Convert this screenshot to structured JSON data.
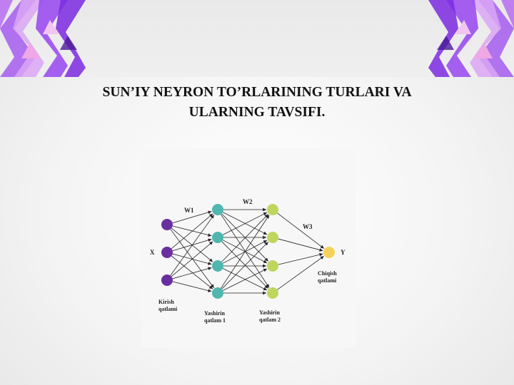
{
  "slide": {
    "title_line1": "SUN’IY NEYRON TO’RLARINING TURLARI VA",
    "title_line2": "ULARNING TAVSIFI."
  },
  "diagram": {
    "weights": {
      "w1": "W1",
      "w2": "W2",
      "w3": "W3"
    },
    "input_label": "X",
    "output_label": "Y",
    "layers": {
      "input": {
        "line1": "Kirish",
        "line2": "qatlami",
        "nodes": 3,
        "color": "#6a2ea0"
      },
      "hidden1": {
        "line1": "Yashirin",
        "line2": "qatlam 1",
        "nodes": 4,
        "color": "#4fb7b0"
      },
      "hidden2": {
        "line1": "Yashirin",
        "line2": "qatlam 2",
        "nodes": 4,
        "color": "#bfd65e"
      },
      "output": {
        "line1": "Chiqish",
        "line2": "qatlami",
        "nodes": 1,
        "color": "#f5d35a"
      }
    }
  },
  "colors": {
    "accent_purple": "#8e44ec",
    "accent_violet": "#b57cf0",
    "accent_pink": "#e79be6"
  }
}
